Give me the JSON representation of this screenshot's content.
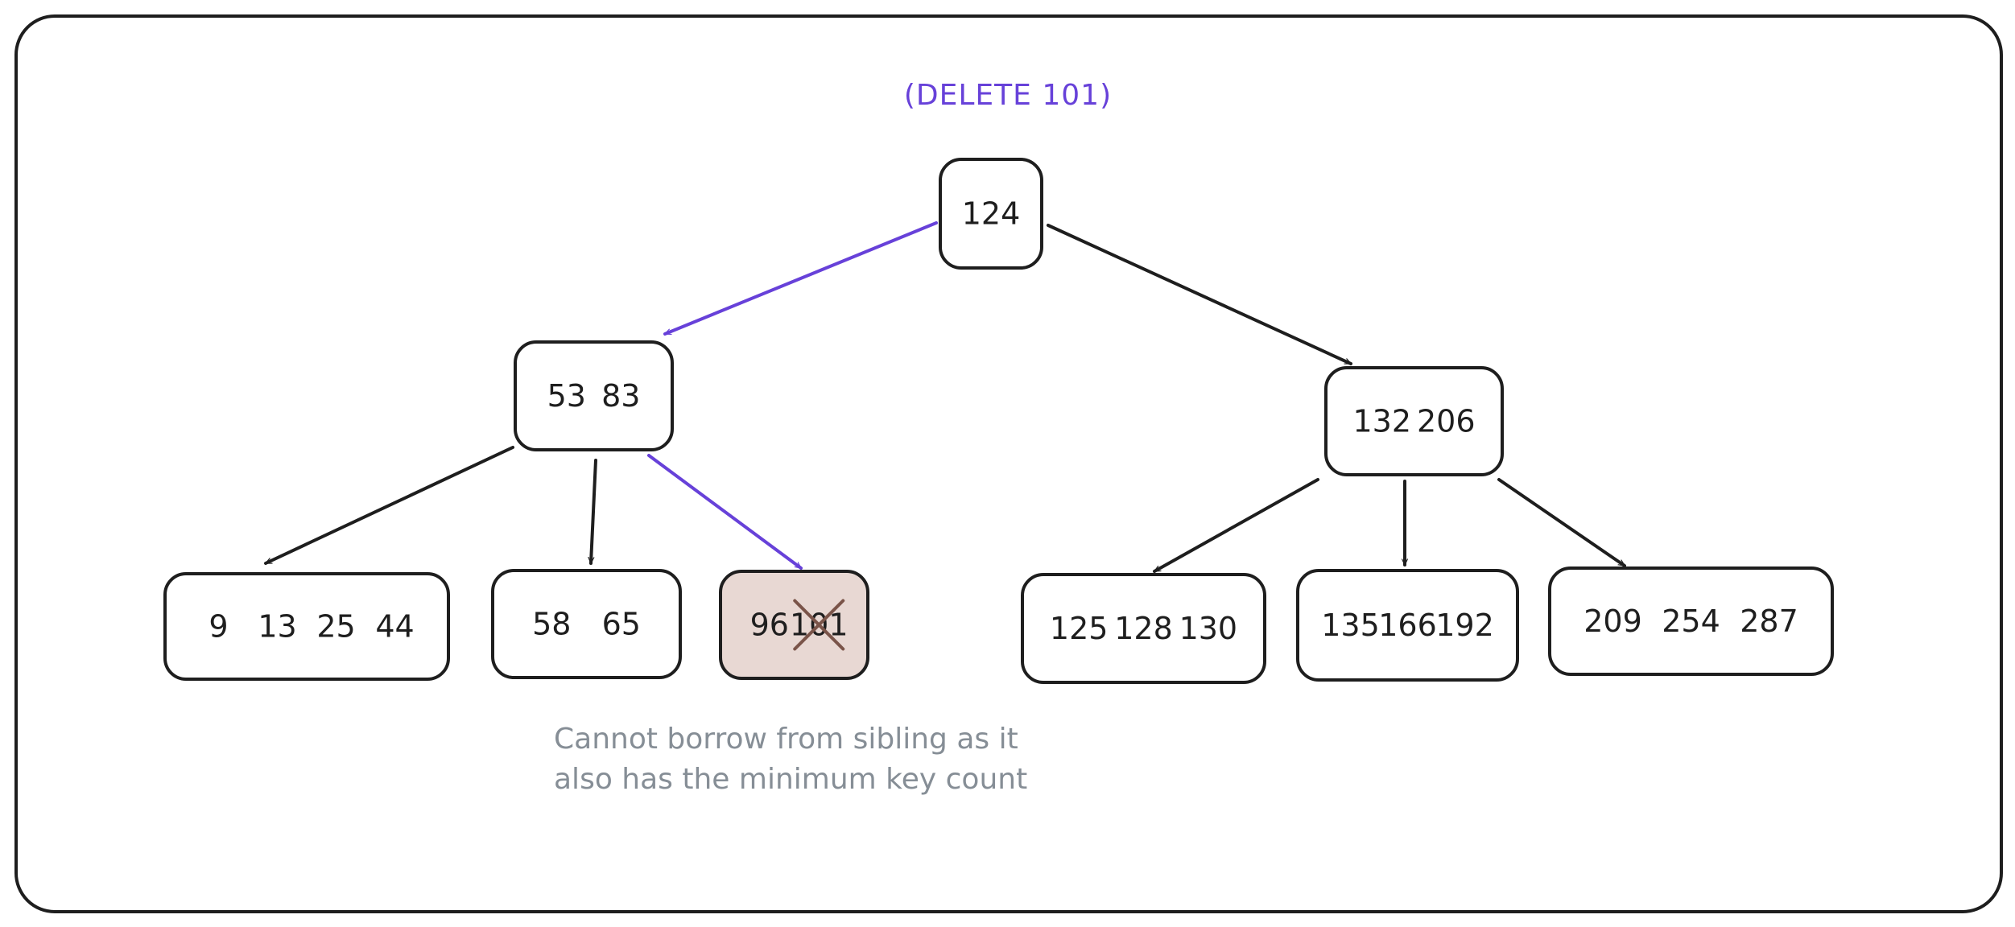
{
  "title": "(DELETE 101)",
  "colors": {
    "stroke": "#1e1e1e",
    "accent": "#6741d9",
    "highlight_fill": "#e8d8d3",
    "cross": "#7a5449",
    "note": "#868e96"
  },
  "nodes": [
    {
      "id": "root",
      "keys": [
        "124"
      ]
    },
    {
      "id": "left-internal",
      "keys": [
        "53",
        "83"
      ]
    },
    {
      "id": "right-internal",
      "keys": [
        "132",
        "206"
      ]
    },
    {
      "id": "leaf-1",
      "keys": [
        "9",
        "13",
        "25",
        "44"
      ]
    },
    {
      "id": "leaf-2",
      "keys": [
        "58",
        "65"
      ]
    },
    {
      "id": "leaf-3",
      "keys": [
        "96",
        "101"
      ],
      "highlighted": true,
      "deleted_key": "101"
    },
    {
      "id": "leaf-4",
      "keys": [
        "125",
        "128",
        "130"
      ]
    },
    {
      "id": "leaf-5",
      "keys": [
        "135",
        "166",
        "192"
      ]
    },
    {
      "id": "leaf-6",
      "keys": [
        "209",
        "254",
        "287"
      ]
    }
  ],
  "edges": [
    {
      "from": "root",
      "to": "left-internal",
      "highlighted": true
    },
    {
      "from": "root",
      "to": "right-internal",
      "highlighted": false
    },
    {
      "from": "left-internal",
      "to": "leaf-1",
      "highlighted": false
    },
    {
      "from": "left-internal",
      "to": "leaf-2",
      "highlighted": false
    },
    {
      "from": "left-internal",
      "to": "leaf-3",
      "highlighted": true
    },
    {
      "from": "right-internal",
      "to": "leaf-4",
      "highlighted": false
    },
    {
      "from": "right-internal",
      "to": "leaf-5",
      "highlighted": false
    },
    {
      "from": "right-internal",
      "to": "leaf-6",
      "highlighted": false
    }
  ],
  "note": {
    "line1": "Cannot borrow from sibling as it",
    "line2": "also has the minimum key count"
  }
}
